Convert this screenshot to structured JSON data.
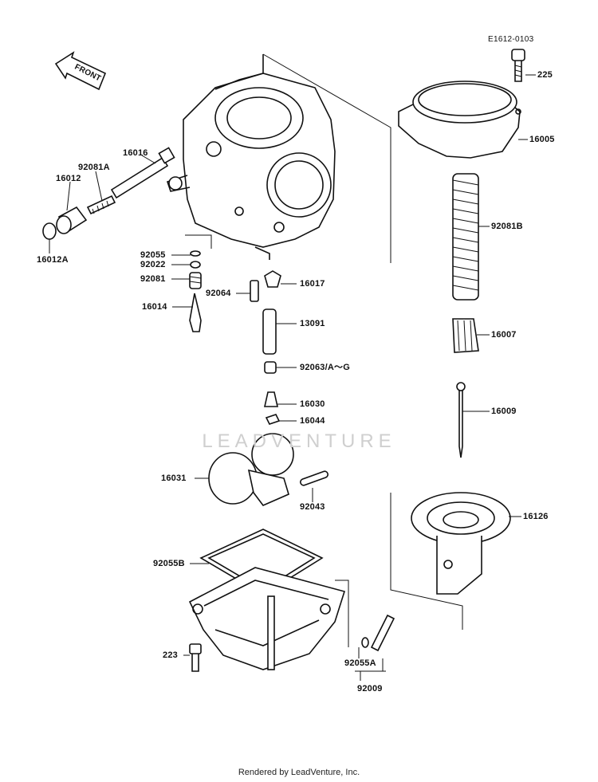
{
  "reference_code": "E1612-0103",
  "front_arrow_text": "FRONT",
  "watermark": "LEADVENTURE",
  "footer": "Rendered by LeadVenture, Inc.",
  "parts": [
    {
      "id": "225",
      "label": "225"
    },
    {
      "id": "16005",
      "label": "16005"
    },
    {
      "id": "92081b",
      "label": "92081B"
    },
    {
      "id": "16007",
      "label": "16007"
    },
    {
      "id": "16009",
      "label": "16009"
    },
    {
      "id": "16126",
      "label": "16126"
    },
    {
      "id": "16016",
      "label": "16016"
    },
    {
      "id": "92081a",
      "label": "92081A"
    },
    {
      "id": "16012",
      "label": "16012"
    },
    {
      "id": "16012a",
      "label": "16012A"
    },
    {
      "id": "92055",
      "label": "92055"
    },
    {
      "id": "92022",
      "label": "92022"
    },
    {
      "id": "92081",
      "label": "92081"
    },
    {
      "id": "16014",
      "label": "16014"
    },
    {
      "id": "92064",
      "label": "92064"
    },
    {
      "id": "16017",
      "label": "16017"
    },
    {
      "id": "13091",
      "label": "13091"
    },
    {
      "id": "92063",
      "label": "92063/A～G"
    },
    {
      "id": "16030",
      "label": "16030"
    },
    {
      "id": "16044",
      "label": "16044"
    },
    {
      "id": "16031",
      "label": "16031"
    },
    {
      "id": "92043",
      "label": "92043"
    },
    {
      "id": "92055b",
      "label": "92055B"
    },
    {
      "id": "223",
      "label": "223"
    },
    {
      "id": "92055a",
      "label": "92055A"
    },
    {
      "id": "92009",
      "label": "92009"
    }
  ]
}
